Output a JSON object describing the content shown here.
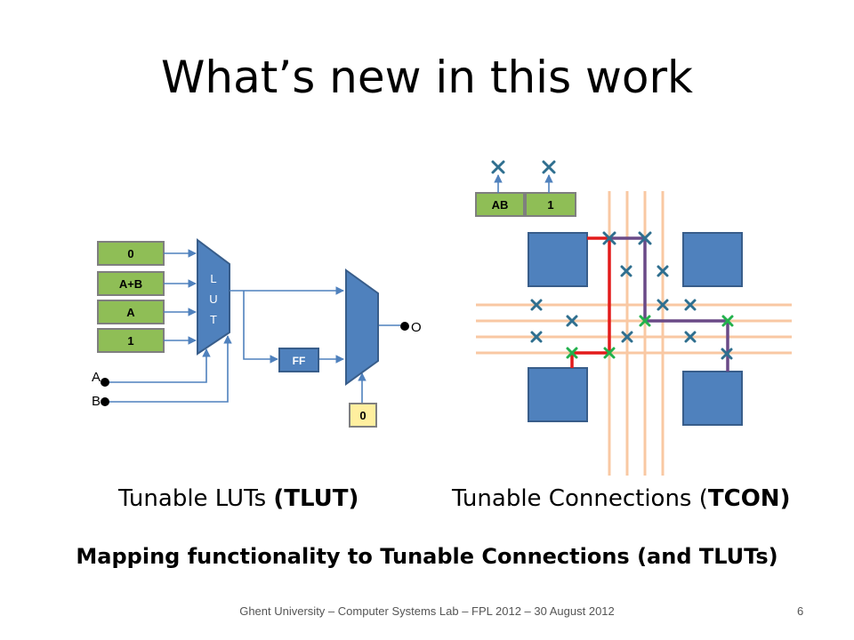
{
  "slide": {
    "title": "What’s new in this work",
    "subtitle": "Mapping functionality to Tunable Connections (and TLUTs)",
    "footer": "Ghent University – Computer Systems Lab – FPL 2012 – 30 August 2012",
    "page_number": "6"
  },
  "tlut_diagram": {
    "inputs": [
      "0",
      "A+B",
      "A",
      "1"
    ],
    "lut_label": [
      "L",
      "U",
      "T"
    ],
    "ff_label": "FF",
    "mux_const": "0",
    "signal_a": "A",
    "signal_b": "B",
    "output": "O",
    "caption_plain": "Tunable LUTs ",
    "caption_bold": "(TLUT)"
  },
  "tcon_diagram": {
    "blocks": [
      "AB",
      "1"
    ],
    "caption_plain": "Tunable Connections (",
    "caption_bold": "TCON)",
    "colors": {
      "wire": "#f9c8a3",
      "block": "#4f81bd",
      "red": "#e31b1b",
      "purple": "#6a4a87",
      "switch_blue": "#2f6f8f",
      "switch_green": "#22b14c",
      "label_box": "#8fbe56"
    }
  }
}
